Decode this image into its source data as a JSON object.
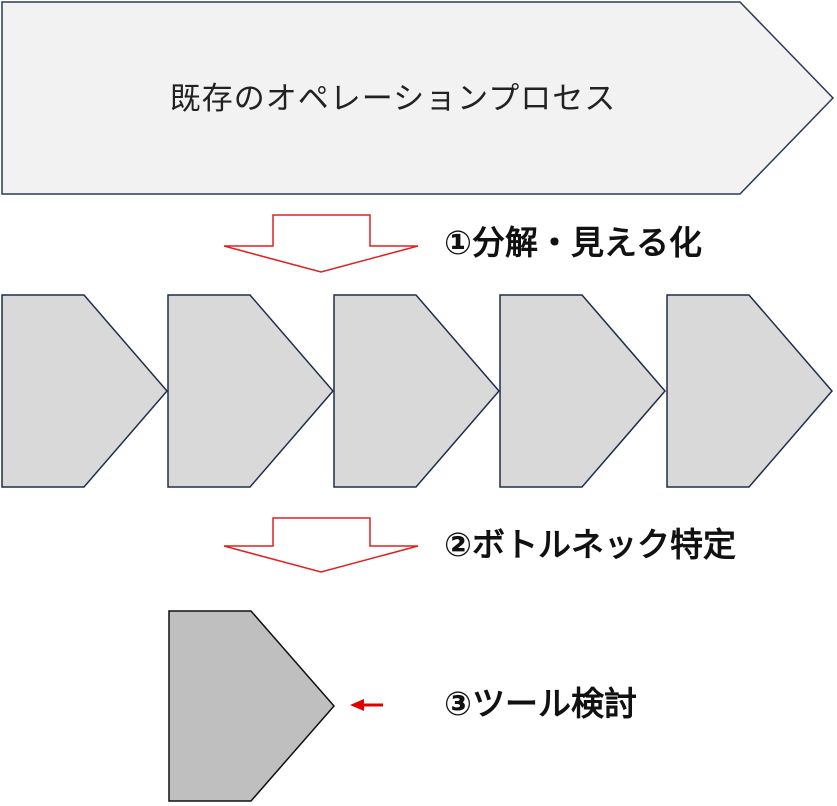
{
  "diagram": {
    "existing_process_label": "既存のオペレーションプロセス",
    "step1_label": "①分解・見える化",
    "step2_label": "②ボトルネック特定",
    "step3_label": "③ツール検討",
    "sub_processes": [
      {
        "id": 1
      },
      {
        "id": 2
      },
      {
        "id": 3
      },
      {
        "id": 4
      },
      {
        "id": 5
      }
    ],
    "colors": {
      "big_arrow_fill": "#f2f2f2",
      "big_arrow_stroke": "#2b3a55",
      "sub_process_fill": "#d9d9d9",
      "sub_process_stroke": "#1f2e4a",
      "bottleneck_fill": "#bfbfbf",
      "bottleneck_stroke": "#111111",
      "down_arrow_stroke": "#e02020",
      "pointer_arrow": "#e00000"
    }
  }
}
